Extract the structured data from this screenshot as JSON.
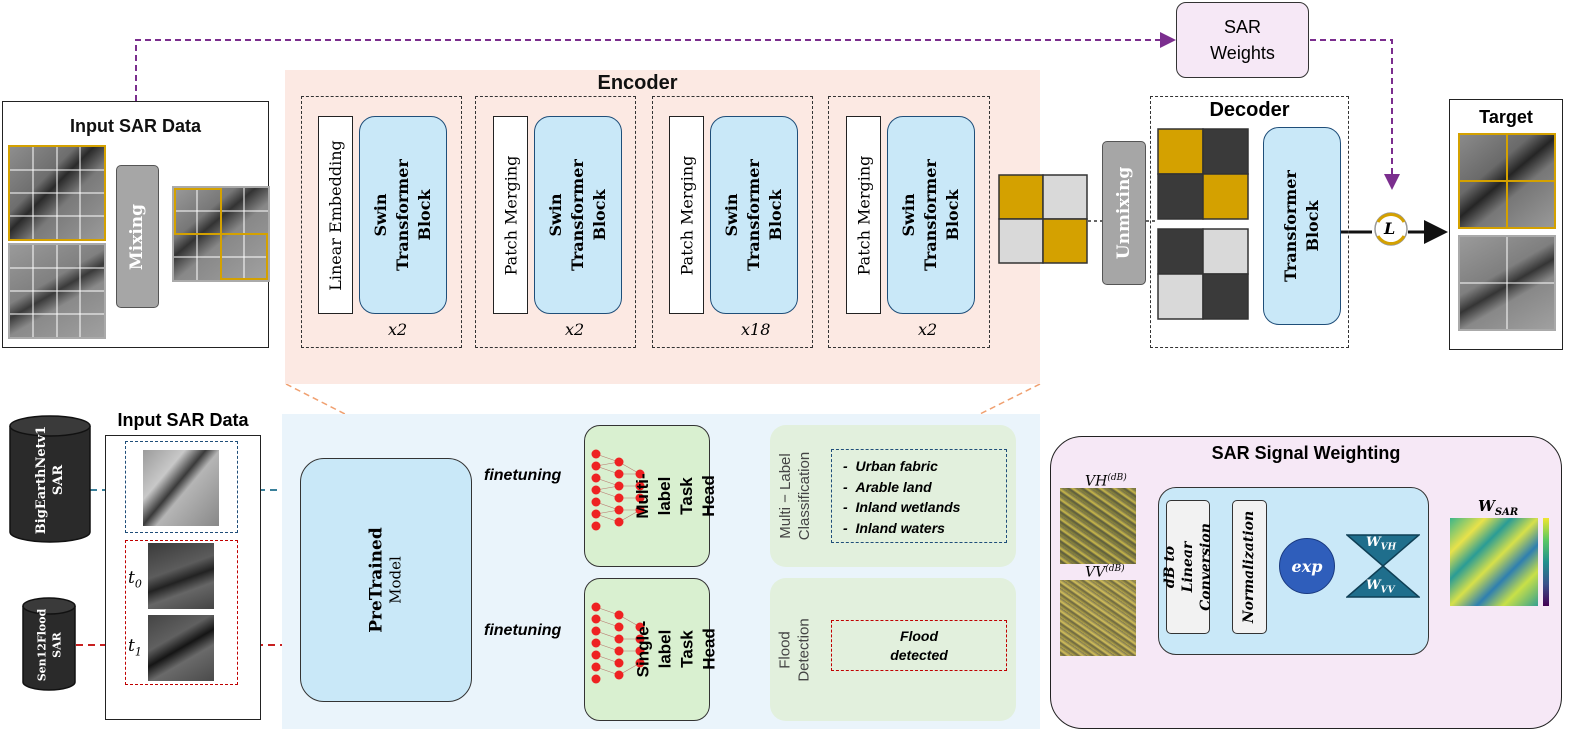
{
  "top": {
    "input_title": "Input SAR Data",
    "mixing": "Mixing",
    "encoder_title": "Encoder",
    "stages": [
      {
        "left": "Linear Embedding",
        "right": "Swin Transformer Block",
        "repeat": "x2"
      },
      {
        "left": "Patch Merging",
        "right": "Swin Transformer Block",
        "repeat": "x2"
      },
      {
        "left": "Patch Merging",
        "right": "Swin Transformer Block",
        "repeat": "x18"
      },
      {
        "left": "Patch Merging",
        "right": "Swin Transformer Block",
        "repeat": "x2"
      }
    ],
    "unmixing": "Unmixing",
    "decoder_title": "Decoder",
    "decoder_block": "Transformer Block",
    "sar_weights": "SAR Weights",
    "loss": "L",
    "target_title": "Target"
  },
  "bottom": {
    "input_title": "Input SAR Data",
    "dataset1": "BigEarthNetv1 SAR",
    "dataset2": "Sen12Flood SAR",
    "t0": "t",
    "t0_sub": "0",
    "t1": "t",
    "t1_sub": "1",
    "pretrained": "PreTrained",
    "model": "Model",
    "finetune1": "finetuning",
    "finetune2": "finetuning",
    "head1": "Multi-label Task Head",
    "head2": "Single-label Task Head",
    "mlc_label": "Multi − Label Classification",
    "mlc_items": [
      "Urban fabric",
      "Arable land",
      "Inland wetlands",
      "Inland waters"
    ],
    "flood_label": "Flood Detection",
    "flood_result": "Flood detected"
  },
  "weighting": {
    "title": "SAR Signal Weighting",
    "vh": "VH",
    "vh_sup": "(dB)",
    "vv": "VV",
    "vv_sup": "(dB)",
    "db_to_linear": "dB to Linear Conversion",
    "normalization": "Normalization",
    "exp": "exp",
    "w": "W",
    "w_vh_sub": "VH",
    "w_vv_sub": "VV",
    "w_sar_sub": "SAR"
  },
  "colors": {
    "gold": "#D4A100",
    "light_blue": "#C9E8F8",
    "blue_border": "#1F4E79",
    "pink_panel": "#FCE9E3",
    "green_head": "#D9F0D0",
    "purple_panel": "#F6E8F6",
    "red": "#C00000",
    "teal": "#1F6E8C"
  }
}
